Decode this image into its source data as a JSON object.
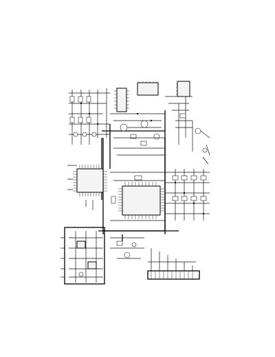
{
  "page": {
    "background": "#ffffff",
    "ink": "#111111"
  },
  "schematic": {
    "orientation": "rotated-90",
    "regions": [
      {
        "id": "top-left-amp-section"
      },
      {
        "id": "top-center-ic-section"
      },
      {
        "id": "top-right-connector-section"
      },
      {
        "id": "left-qfp-processor"
      },
      {
        "id": "center-large-qfp-controller"
      },
      {
        "id": "right-driver-array"
      },
      {
        "id": "bottom-left-io-section"
      },
      {
        "id": "bottom-center-connector-strip"
      }
    ]
  }
}
